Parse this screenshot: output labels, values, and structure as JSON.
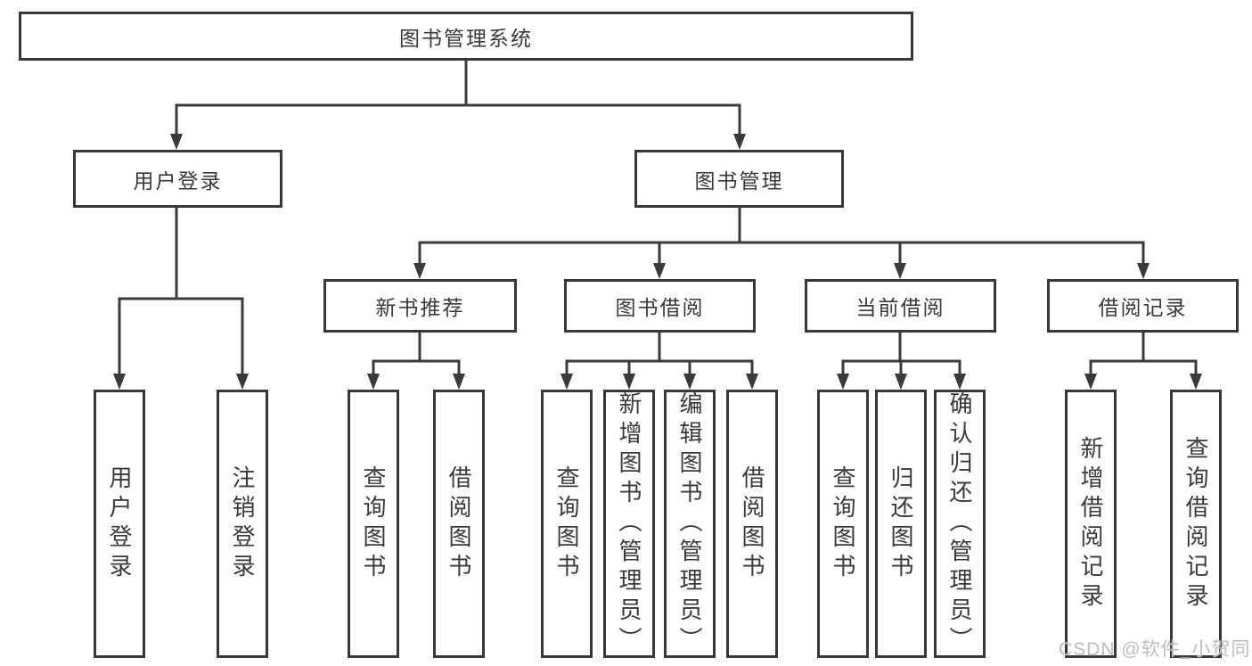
{
  "tree": {
    "root": "图书管理系统",
    "user_login": {
      "label": "用户登录",
      "children": [
        "用户登录",
        "注销登录"
      ]
    },
    "management": {
      "label": "图书管理",
      "groups": [
        {
          "label": "新书推荐",
          "children": [
            "查询图书",
            "借阅图书"
          ]
        },
        {
          "label": "图书借阅",
          "children": [
            "查询图书",
            "新增图书（管理员）",
            "编辑图书（管理员）",
            "借阅图书"
          ]
        },
        {
          "label": "当前借阅",
          "children": [
            "查询图书",
            "归还图书",
            "确认归还（管理员）"
          ]
        },
        {
          "label": "借阅记录",
          "children": [
            "新增借阅记录",
            "查询借阅记录"
          ]
        }
      ]
    }
  },
  "watermark": "CSDN @软件_小贺同学",
  "colors": {
    "line": "#3a3a3a",
    "box_border": "#383838",
    "text": "#3a3a3a",
    "watermark": "#bdbdbd",
    "background": "#ffffff"
  }
}
